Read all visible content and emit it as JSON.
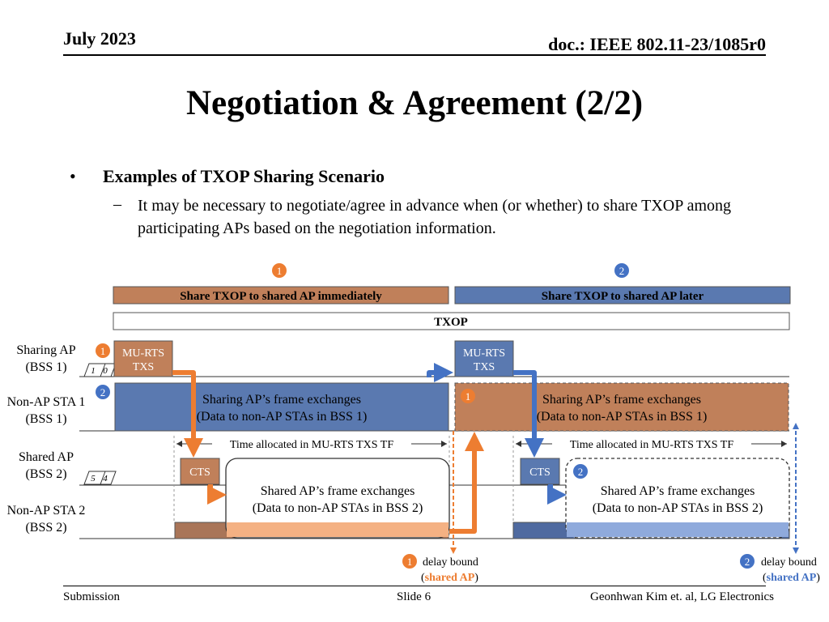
{
  "header": {
    "date": "July 2023",
    "doc": "doc.: IEEE 802.11-23/1085r0"
  },
  "title": "Negotiation & Agreement (2/2)",
  "bullet": {
    "marker": "•",
    "heading": "Examples of TXOP Sharing Scenario",
    "sub_marker": "–",
    "sub_text": "It may be necessary to negotiate/agree in advance when (or whether) to share TXOP among participating APs based on the negotiation information."
  },
  "diagram": {
    "marker1": "1",
    "marker2": "2",
    "phase1": "Share TXOP to shared AP immediately",
    "phase2": "Share TXOP to shared AP later",
    "txop": "TXOP",
    "rows": {
      "sharing_ap": [
        "Sharing AP",
        "(BSS 1)"
      ],
      "non_ap_sta1": [
        "Non-AP STA 1",
        "(BSS 1)"
      ],
      "shared_ap": [
        "Shared AP",
        "(BSS 2)"
      ],
      "non_ap_sta2": [
        "Non-AP STA 2",
        "(BSS 2)"
      ]
    },
    "counter_sharing": [
      "1",
      "0"
    ],
    "counter_shared": [
      "5",
      "4"
    ],
    "mu_rts": [
      "MU-RTS",
      "TXS"
    ],
    "sharing_fx": [
      "Sharing AP’s frame exchanges",
      "(Data to non-AP STAs in BSS 1)"
    ],
    "shared_fx": [
      "Shared AP’s frame exchanges",
      "(Data to non-AP STAs in BSS 2)"
    ],
    "cts": "CTS",
    "time_alloc": "Time allocated in MU-RTS TXS TF",
    "delay_bound": "delay bound",
    "shared_ap_paren_open": "(",
    "shared_ap_label": "shared AP",
    "shared_ap_paren_close": ")",
    "colors": {
      "orange": "#c0805a",
      "blue": "#5a79b0",
      "arrow_orange": "#ed7d31",
      "arrow_blue": "#4472c4"
    }
  },
  "footer": {
    "left": "Submission",
    "center": "Slide 6",
    "right": "Geonhwan Kim et. al, LG Electronics"
  }
}
